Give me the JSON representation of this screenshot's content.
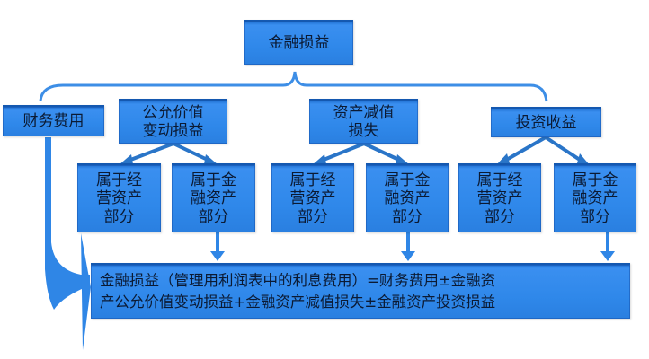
{
  "diagram": {
    "root": {
      "label": "金融损益"
    },
    "categories": [
      {
        "id": "financial-expense",
        "label": "财务费用"
      },
      {
        "id": "fair-value-change",
        "label": "公允价值\n变动损益"
      },
      {
        "id": "asset-impairment",
        "label": "资产减值\n损失"
      },
      {
        "id": "investment-income",
        "label": "投资收益"
      }
    ],
    "sub_nodes": [
      {
        "parent": "fair-value-change",
        "label": "属于经\n营资产\n部分"
      },
      {
        "parent": "fair-value-change",
        "label": "属于金\n融资产\n部分"
      },
      {
        "parent": "asset-impairment",
        "label": "属于经\n营资产\n部分"
      },
      {
        "parent": "asset-impairment",
        "label": "属于金\n融资产\n部分"
      },
      {
        "parent": "investment-income",
        "label": "属于经\n营资产\n部分"
      },
      {
        "parent": "investment-income",
        "label": "属于金\n融资产\n部分"
      }
    ],
    "formula": {
      "line1": "金融损益（管理用利润表中的利息费用）=财务费用±金融资",
      "line2": "产公允价值变动损益+金融资产减值损失±金融资产投资损益"
    },
    "colors": {
      "box": "#2f86e6",
      "connector": "#2b7dd8",
      "text": "#0b1a33"
    }
  }
}
